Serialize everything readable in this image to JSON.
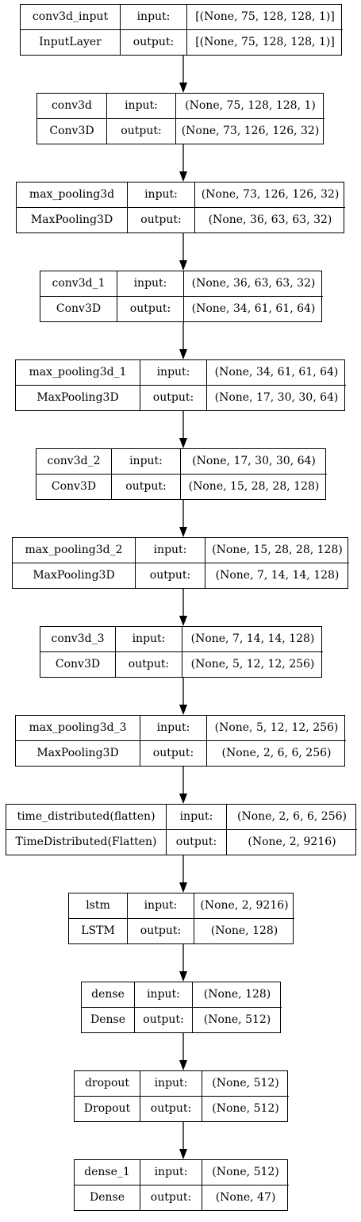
{
  "nodes": [
    {
      "name": "conv3d_input",
      "type": "InputLayer",
      "in_label": "input:",
      "out_label": "output:",
      "input": "[(None, 75, 128, 128, 1)]",
      "output": "[(None, 75, 128, 128, 1)]"
    },
    {
      "name": "conv3d",
      "type": "Conv3D",
      "in_label": "input:",
      "out_label": "output:",
      "input": "(None, 75, 128, 128, 1)",
      "output": "(None, 73, 126, 126, 32)"
    },
    {
      "name": "max_pooling3d",
      "type": "MaxPooling3D",
      "in_label": "input:",
      "out_label": "output:",
      "input": "(None, 73, 126, 126, 32)",
      "output": "(None, 36, 63, 63, 32)"
    },
    {
      "name": "conv3d_1",
      "type": "Conv3D",
      "in_label": "input:",
      "out_label": "output:",
      "input": "(None, 36, 63, 63, 32)",
      "output": "(None, 34, 61, 61, 64)"
    },
    {
      "name": "max_pooling3d_1",
      "type": "MaxPooling3D",
      "in_label": "input:",
      "out_label": "output:",
      "input": "(None, 34, 61, 61, 64)",
      "output": "(None, 17, 30, 30, 64)"
    },
    {
      "name": "conv3d_2",
      "type": "Conv3D",
      "in_label": "input:",
      "out_label": "output:",
      "input": "(None, 17, 30, 30, 64)",
      "output": "(None, 15, 28, 28, 128)"
    },
    {
      "name": "max_pooling3d_2",
      "type": "MaxPooling3D",
      "in_label": "input:",
      "out_label": "output:",
      "input": "(None, 15, 28, 28, 128)",
      "output": "(None, 7, 14, 14, 128)"
    },
    {
      "name": "conv3d_3",
      "type": "Conv3D",
      "in_label": "input:",
      "out_label": "output:",
      "input": "(None, 7, 14, 14, 128)",
      "output": "(None, 5, 12, 12, 256)"
    },
    {
      "name": "max_pooling3d_3",
      "type": "MaxPooling3D",
      "in_label": "input:",
      "out_label": "output:",
      "input": "(None, 5, 12, 12, 256)",
      "output": "(None, 2, 6, 6, 256)"
    },
    {
      "name": "time_distributed(flatten)",
      "type": "TimeDistributed(Flatten)",
      "in_label": "input:",
      "out_label": "output:",
      "input": "(None, 2, 6, 6, 256)",
      "output": "(None, 2, 9216)"
    },
    {
      "name": "lstm",
      "type": "LSTM",
      "in_label": "input:",
      "out_label": "output:",
      "input": "(None, 2, 9216)",
      "output": "(None, 128)"
    },
    {
      "name": "dense",
      "type": "Dense",
      "in_label": "input:",
      "out_label": "output:",
      "input": "(None, 128)",
      "output": "(None, 512)"
    },
    {
      "name": "dropout",
      "type": "Dropout",
      "in_label": "input:",
      "out_label": "output:",
      "input": "(None, 512)",
      "output": "(None, 512)"
    },
    {
      "name": "dense_1",
      "type": "Dense",
      "in_label": "input:",
      "out_label": "output:",
      "input": "(None, 512)",
      "output": "(None, 47)"
    }
  ]
}
